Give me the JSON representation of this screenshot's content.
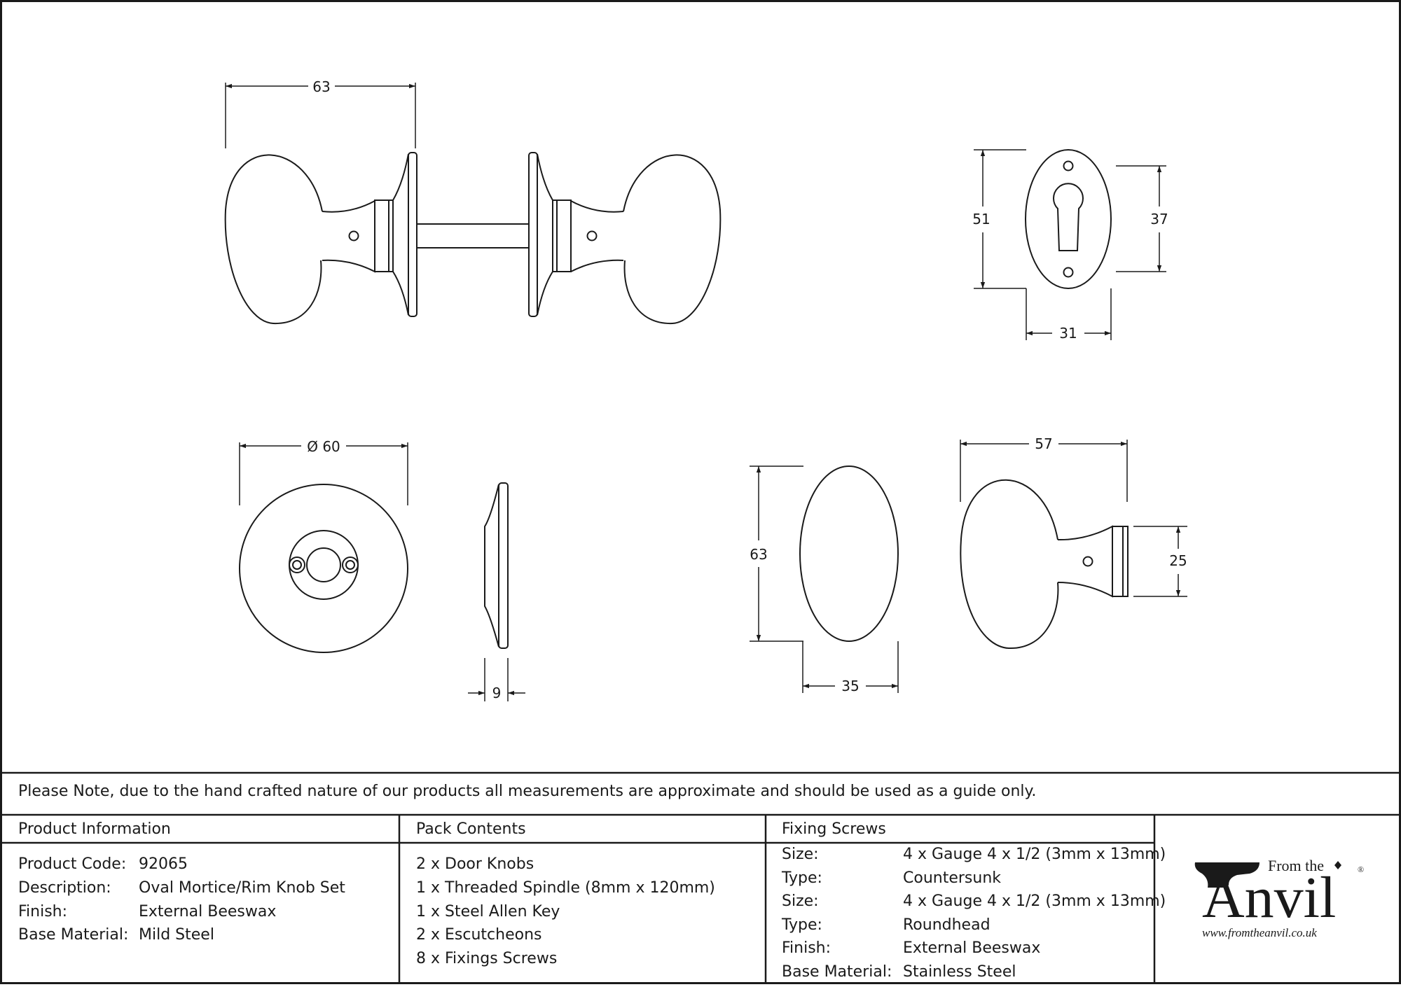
{
  "dimensions": {
    "knob_set_width": "63",
    "escutcheon_height": "51",
    "keyhole_height": "37",
    "escutcheon_width": "31",
    "rose_diameter": "Ø 60",
    "rose_depth": "9",
    "knob_face_height": "63",
    "knob_face_width": "35",
    "knob_side_length": "57",
    "knob_collar_height": "25"
  },
  "note": "Please Note, due to the hand crafted nature of our products all measurements are approximate and should be used as a guide only.",
  "product_info": {
    "header": "Product Information",
    "rows": [
      {
        "label": "Product Code:",
        "value": "92065"
      },
      {
        "label": "Description:",
        "value": "Oval Mortice/Rim Knob Set"
      },
      {
        "label": "Finish:",
        "value": "External Beeswax"
      },
      {
        "label": "Base Material:",
        "value": "Mild Steel"
      }
    ]
  },
  "pack_contents": {
    "header": "Pack Contents",
    "items": [
      "2 x Door Knobs",
      "1 x Threaded Spindle (8mm x 120mm)",
      "1 x Steel Allen Key",
      "2 x Escutcheons",
      "8 x Fixings Screws"
    ]
  },
  "fixing_screws": {
    "header": "Fixing Screws",
    "rows": [
      {
        "label": "Size:",
        "value": "4 x Gauge 4 x 1/2 (3mm x 13mm)"
      },
      {
        "label": "Type:",
        "value": "Countersunk"
      },
      {
        "label": "Size:",
        "value": "4 x Gauge 4 x 1/2 (3mm x 13mm)"
      },
      {
        "label": "Type:",
        "value": "Roundhead"
      },
      {
        "label": "Finish:",
        "value": "External Beeswax"
      },
      {
        "label": "Base Material:",
        "value": "Stainless Steel"
      }
    ]
  },
  "logo": {
    "small": "From the",
    "big": "Anvil",
    "registered": "®",
    "url": "www.fromtheanvil.co.uk"
  },
  "colors": {
    "line": "#1a1a1a",
    "background": "#ffffff"
  }
}
